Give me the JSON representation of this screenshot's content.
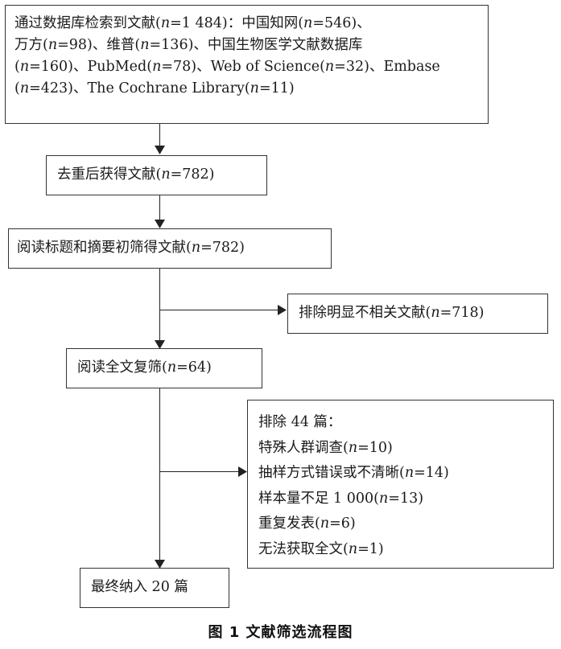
{
  "boxes": {
    "search": {
      "lines": [
        "通过数据库检索到文献(n=1 484)：中国知网(n=546)、",
        "万方(n=98)、维普(n=136)、中国生物医学文献数据库",
        "(n=160)、PubMed(n=78)、Web of Science(n=32)、Embase",
        "(n=423)、The Cochrane Library(n=11)"
      ]
    },
    "dedup": {
      "text": "去重后获得文献(n=782)"
    },
    "title_screen": {
      "text": "阅读标题和摘要初筛得文献(n=782)"
    },
    "exclude_irrelevant": {
      "text": "排除明显不相关文献(n=718)"
    },
    "fulltext": {
      "text": "阅读全文复筛(n=64)"
    },
    "exclude_44": {
      "lines": [
        "排除 44 篇：",
        "特殊人群调查(n=10)",
        "抽样方式错误或不清晰(n=14)",
        "样本量不足 1 000(n=13)",
        "重复发表(n=6)",
        "无法获取全文(n=1)"
      ]
    },
    "final": {
      "text": "最终纳入 20 篇"
    }
  },
  "caption": "图 1  文献筛选流程图",
  "colors": {
    "line": "#222222",
    "border": "#333333"
  }
}
